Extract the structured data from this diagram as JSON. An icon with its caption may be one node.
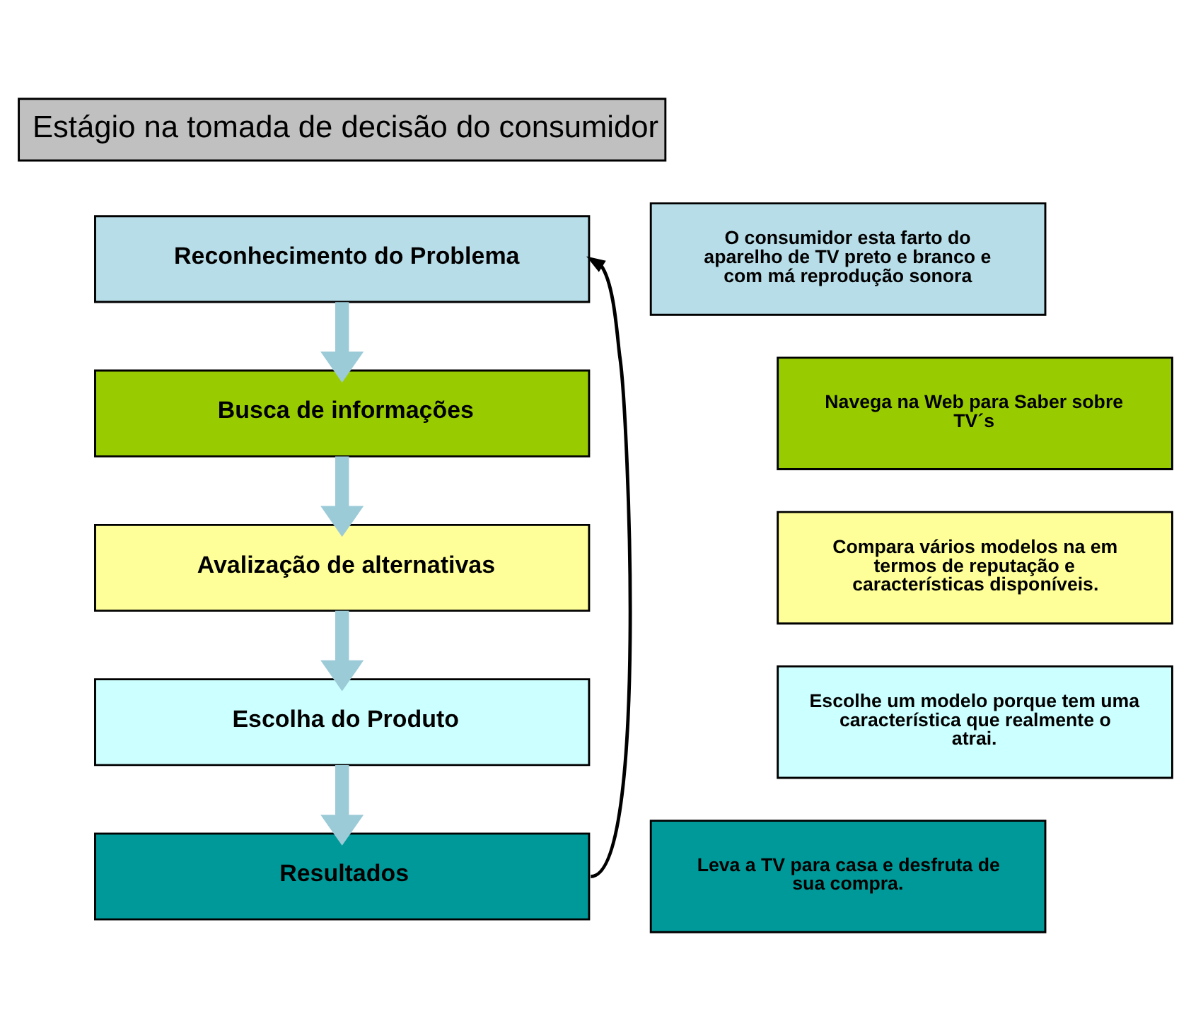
{
  "diagram": {
    "nodes": [
      {
        "text": [
          "Estágio na tomada de decisão do consumidor"
        ]
      },
      {
        "text": [
          "Reconhecimento do Problema"
        ]
      },
      {
        "text": [
          "O consumidor esta farto do aparelho de TV preto e branco e com má reprodução sonora"
        ]
      },
      {
        "text": [
          "Busca de informações"
        ]
      },
      {
        "text": [
          "Navega na Web para Saber sobre TV´s"
        ]
      },
      {
        "text": [
          "Avalização de alternativas"
        ]
      },
      {
        "text": [
          "Compara vários modelos na em termos de reputação e características disponíveis."
        ]
      },
      {
        "text": [
          "Escolha do Produto"
        ]
      },
      {
        "text": [
          "Escolhe um modelo porque tem uma característica que realmente o atrai."
        ]
      },
      {
        "text": [
          "Resultados"
        ]
      },
      {
        "text": [
          "Leva a TV para casa e desfruta de sua compra."
        ]
      }
    ],
    "edges": [
      {
        "from": 1,
        "to": 3,
        "arrow": "to"
      },
      {
        "from": 3,
        "to": 5,
        "arrow": "to"
      },
      {
        "from": 5,
        "to": 7,
        "arrow": "to"
      },
      {
        "from": 7,
        "to": 9,
        "arrow": "to"
      },
      {
        "from": 9,
        "to": 1,
        "arrow": "to",
        "color": "#000000"
      }
    ]
  }
}
